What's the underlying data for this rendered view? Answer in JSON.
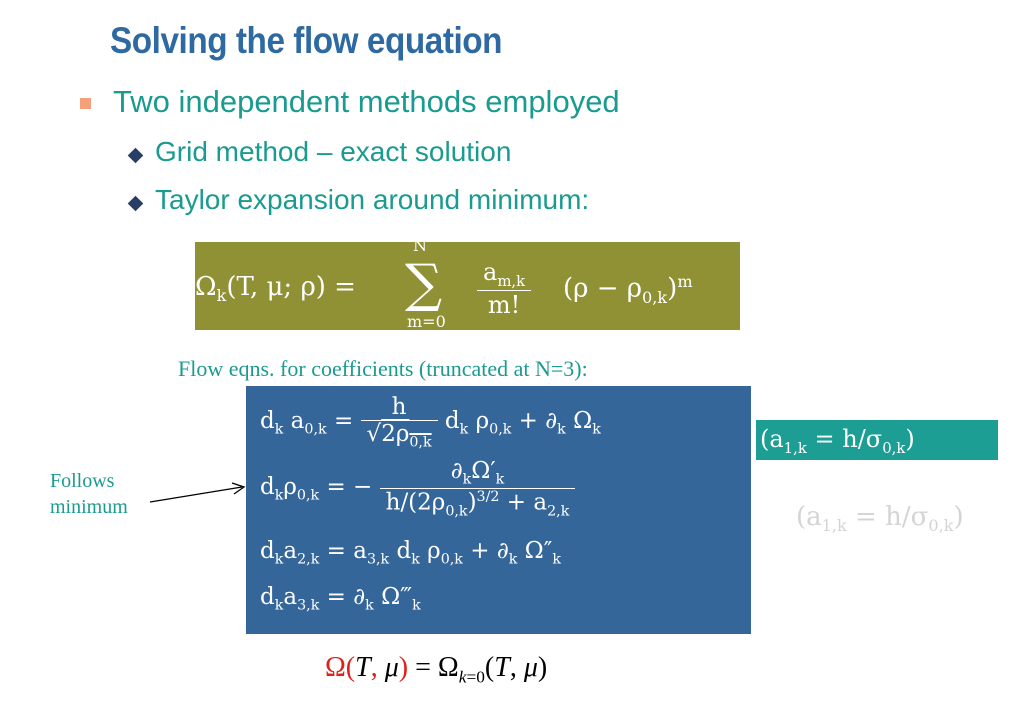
{
  "title": "Solving the flow equation",
  "bullets": {
    "main": "Two independent methods employed",
    "sub1": "Grid method – exact solution",
    "sub2": "Taylor expansion around minimum:"
  },
  "taylor_eq": {
    "lhs": "Ωk(T, μ; ρ) =",
    "sum_top": "N",
    "sum_bottom": "m=0",
    "frac_num": "am,k",
    "frac_den": "m!",
    "tail": "(ρ − ρ0,k)m"
  },
  "flow_caption": "Flow eqns. for coefficients (truncated at N=3):",
  "flow_eqs": {
    "eq1_lhs": "dk a0,k =",
    "eq1_num": "h",
    "eq1_den": "√2ρ0,k",
    "eq1_tail": "dk ρ0,k + ∂k Ωk",
    "eq2_lhs": "dkρ0,k = −",
    "eq2_num": "∂kΩ′k",
    "eq2_den": "h/(2ρ0,k)3/2 + a2,k",
    "eq3": "dka2,k = a3,k dk ρ0,k + ∂k Ω″k",
    "eq4": "dka3,k = ∂k Ω‴k"
  },
  "teal_eq": "(a1,k = h/σ0,k)",
  "ghost_eq": "(a1,k = h/σ0,k)",
  "annotation": {
    "line1": "Follows",
    "line2": "minimum"
  },
  "bottom_eq": {
    "lhs": "Ω(T, μ)",
    "rhs": "= Ωk=0(T, μ)"
  },
  "colors": {
    "title": "#2e6aa1",
    "text": "#1a9b8f",
    "olive": "#8f9134",
    "blue": "#34669a",
    "teal": "#1c9e94",
    "red": "#e0201b"
  }
}
